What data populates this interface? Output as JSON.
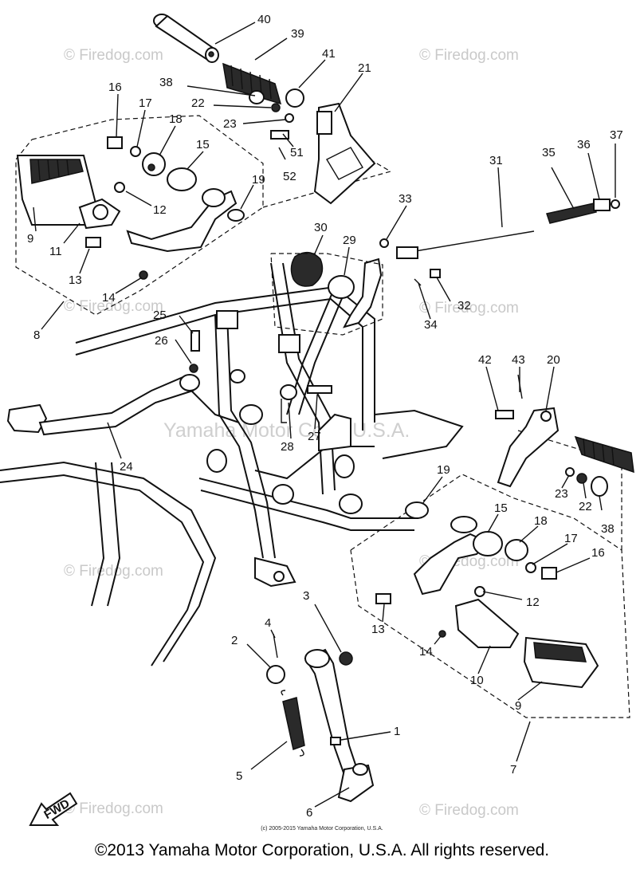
{
  "watermark": {
    "site": "© Firedog.com",
    "center": "Yamaha Motor Corp, U.S.A."
  },
  "fwd_label": "FWD",
  "labels": {
    "n40": "40",
    "n39": "39",
    "n41": "41",
    "n21": "21",
    "n38": "38",
    "n22a": "22",
    "n23a": "23",
    "n16a": "16",
    "n17a": "17",
    "n18a": "18",
    "n15a": "15",
    "n51": "51",
    "n52": "52",
    "n19a": "19",
    "n12a": "12",
    "n9a": "9",
    "n11": "11",
    "n13a": "13",
    "n14a": "14",
    "n8": "8",
    "n31": "31",
    "n35": "35",
    "n36": "36",
    "n37": "37",
    "n33": "33",
    "n30": "30",
    "n29": "29",
    "n32": "32",
    "n34": "34",
    "n25": "25",
    "n26": "26",
    "n42": "42",
    "n43": "43",
    "n20": "20",
    "n24": "24",
    "n28": "28",
    "n27": "27",
    "n19b": "19",
    "n15b": "15",
    "n18b": "18",
    "n17b": "17",
    "n16b": "16",
    "n23b": "23",
    "n22b": "22",
    "n38b": "38",
    "n12b": "12",
    "n13b": "13",
    "n14b": "14",
    "n10": "10",
    "n9b": "9",
    "n3": "3",
    "n4": "4",
    "n2": "2",
    "n1": "1",
    "n5": "5",
    "n6": "6",
    "n7": "7"
  },
  "footer": {
    "small_copyright": "(c) 2005-2015 Yamaha Motor Corporation, U.S.A.",
    "copyright": "©2013 Yamaha Motor Corporation, U.S.A. All rights reserved."
  }
}
